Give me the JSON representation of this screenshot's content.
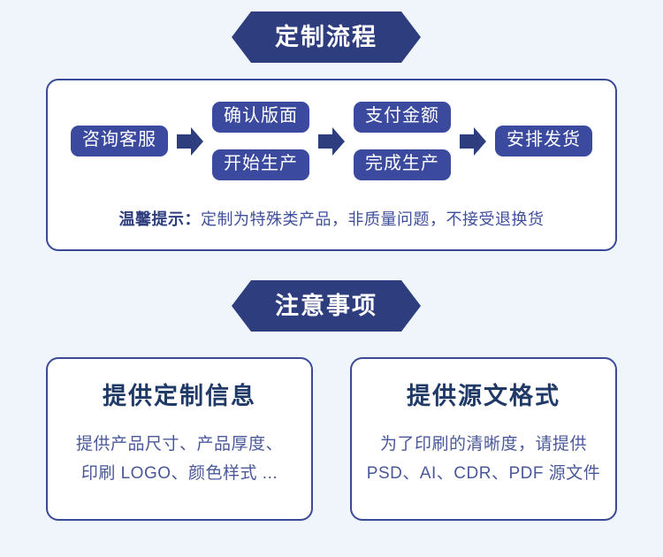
{
  "theme": {
    "page_background": "#eff5fb",
    "banner_fill": "#2e3d7d",
    "banner_text": "#ffffff",
    "card_border": "#3a4a96",
    "card_background": "#ffffff",
    "pill_fill": "#3b4a9e",
    "pill_text": "#ffffff",
    "arrow_fill": "#2e3d7d",
    "title_text": "#203a68",
    "body_text": "#4a5899",
    "tip_text": "#3f4f9c",
    "tip_label_text": "#2e3d7d"
  },
  "flow_section": {
    "banner_label": "定制流程",
    "steps": [
      {
        "labels": [
          "咨询客服"
        ]
      },
      {
        "labels": [
          "确认版面",
          "开始生产"
        ]
      },
      {
        "labels": [
          "支付金额",
          "完成生产"
        ]
      },
      {
        "labels": [
          "安排发货"
        ]
      }
    ],
    "arrow_icon": "arrow-right-icon",
    "tip": {
      "label": "温馨提示：",
      "text": "定制为特殊类产品，非质量问题，不接受退换货"
    }
  },
  "notes_section": {
    "banner_label": "注意事项",
    "cards": [
      {
        "title": "提供定制信息",
        "body_lines": [
          "提供产品尺寸、产品厚度、",
          "印刷 LOGO、颜色样式 ..."
        ]
      },
      {
        "title": "提供源文格式",
        "body_lines": [
          "为了印刷的清晰度，请提供",
          "PSD、AI、CDR、PDF 源文件"
        ]
      }
    ]
  }
}
